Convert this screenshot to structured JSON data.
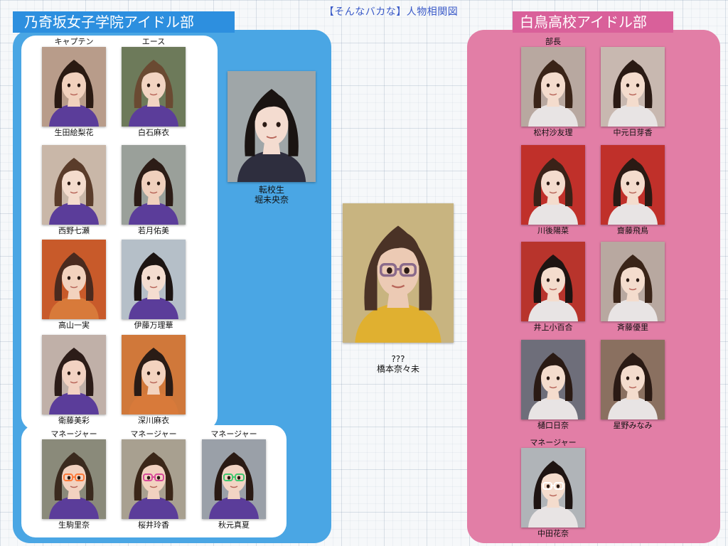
{
  "title": "【そんなバカな】人物相関図",
  "left_group": {
    "header": "乃奇坂女子学院アイドル部",
    "members": [
      {
        "role": "キャプテン",
        "name": "生田絵梨花",
        "bg": "#b89c8a",
        "hair": "#2a1a12",
        "skin": "#f1d1bd",
        "outfit": "#5b3d9a"
      },
      {
        "role": "エース",
        "name": "白石麻衣",
        "bg": "#6d7a5a",
        "hair": "#6a4a32",
        "skin": "#f2d4c2",
        "outfit": "#5b3d9a"
      },
      {
        "role": "",
        "name": "西野七瀬",
        "bg": "#c9b7a8",
        "hair": "#5a3c2a",
        "skin": "#f4dccd",
        "outfit": "#5b3d9a"
      },
      {
        "role": "",
        "name": "若月佑美",
        "bg": "#9aa09a",
        "hair": "#2c1c16",
        "skin": "#f0d0bd",
        "outfit": "#5b3d9a"
      },
      {
        "role": "",
        "name": "高山一実",
        "bg": "#c85a2a",
        "hair": "#4a2a1e",
        "skin": "#f2d2be",
        "outfit": "#d87a3a"
      },
      {
        "role": "",
        "name": "伊藤万理華",
        "bg": "#b5bfc8",
        "hair": "#1c1412",
        "skin": "#f4ddd0",
        "outfit": "#5b3d9a"
      },
      {
        "role": "",
        "name": "衛藤美彩",
        "bg": "#c0b0a8",
        "hair": "#2c1c18",
        "skin": "#f2d2c2",
        "outfit": "#5b3d9a"
      },
      {
        "role": "",
        "name": "深川麻衣",
        "bg": "#d0783a",
        "hair": "#2a1c16",
        "skin": "#f3d3bf",
        "outfit": "#d87a3a"
      },
      {
        "role": "マネージャー",
        "name": "生駒里奈",
        "bg": "#8a8a7a",
        "hair": "#3a2a1e",
        "skin": "#f2d2c0",
        "outfit": "#5b3d9a"
      },
      {
        "role": "マネージャー",
        "name": "桜井玲香",
        "bg": "#a8a090",
        "hair": "#3a2618",
        "skin": "#f2d2c0",
        "outfit": "#5b3d9a"
      },
      {
        "role": "マネージャー",
        "name": "秋元真夏",
        "bg": "#9aa0a8",
        "hair": "#2a1a14",
        "skin": "#f2d4c4",
        "outfit": "#5b3d9a"
      }
    ]
  },
  "transfer": {
    "line1": "転校生",
    "line2": "堀未央奈",
    "bg": "#9fa6a8",
    "hair": "#1a1412",
    "skin": "#f4dcd0",
    "outfit": "#2e2e3e"
  },
  "mystery": {
    "line1": "???",
    "line2": "橋本奈々未",
    "bg": "#c8b480",
    "hair": "#4a3226",
    "skin": "#eccab4",
    "outfit": "#e0b030"
  },
  "right_group": {
    "header": "白鳥高校アイドル部",
    "members": [
      {
        "role": "部長",
        "name": "松村沙友理",
        "bg": "#b8a8a0",
        "hair": "#3a2418",
        "skin": "#f4dccd",
        "outfit": "#e8e4e4"
      },
      {
        "role": "",
        "name": "中元日芽香",
        "bg": "#c8b8b0",
        "hair": "#2a1a14",
        "skin": "#f4dccd",
        "outfit": "#e8e4e4"
      },
      {
        "role": "",
        "name": "川後陽菜",
        "bg": "#c0302a",
        "hair": "#3a2218",
        "skin": "#f4dccd",
        "outfit": "#e8e4e4"
      },
      {
        "role": "",
        "name": "齋藤飛鳥",
        "bg": "#c0302a",
        "hair": "#2a1a14",
        "skin": "#f4dccd",
        "outfit": "#e8e4e4"
      },
      {
        "role": "",
        "name": "井上小百合",
        "bg": "#b8342c",
        "hair": "#1e1412",
        "skin": "#f4dccd",
        "outfit": "#e8e4e4"
      },
      {
        "role": "",
        "name": "斉藤優里",
        "bg": "#b8a8a0",
        "hair": "#3a2418",
        "skin": "#f4dccd",
        "outfit": "#e8e4e4"
      },
      {
        "role": "",
        "name": "樋口日奈",
        "bg": "#6e6e7a",
        "hair": "#2a1a14",
        "skin": "#f4dccd",
        "outfit": "#e8e4e4"
      },
      {
        "role": "",
        "name": "星野みなみ",
        "bg": "#8a7060",
        "hair": "#2a1a14",
        "skin": "#f4dccd",
        "outfit": "#e8e4e4"
      },
      {
        "role": "マネージャー",
        "name": "中田花奈",
        "bg": "#b0b4b8",
        "hair": "#1e1412",
        "skin": "#f4dccd",
        "outfit": "#e8e4e4"
      }
    ]
  },
  "colors": {
    "left_panel": "#4aa6e4",
    "left_header": "#2d8fdf",
    "right_panel": "#e27ea6",
    "right_header": "#d9609a",
    "title": "#3a5ac8"
  }
}
